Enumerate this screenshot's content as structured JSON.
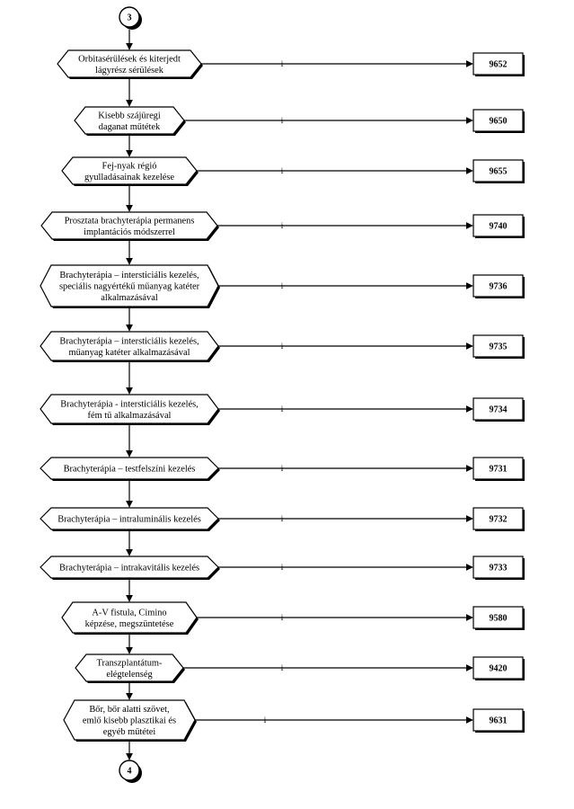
{
  "connectors": {
    "top": "3",
    "bottom": "4"
  },
  "edge_label": "i",
  "steps": [
    {
      "lines": [
        "Orbitasérülések és kiterjedt",
        "lágyrész sérülések"
      ],
      "code": "9652"
    },
    {
      "lines": [
        "Kisebb szájüregi",
        "daganat műtétek"
      ],
      "code": "9650"
    },
    {
      "lines": [
        "Fej-nyak régió",
        "gyulladásainak kezelése"
      ],
      "code": "9655"
    },
    {
      "lines": [
        "Prosztata brachyterápia permanens",
        "implantációs módszerrel"
      ],
      "code": "9740"
    },
    {
      "lines": [
        "Brachyterápia – intersticiális kezelés,",
        "speciális nagyértékű műanyag katéter",
        "alkalmazásával"
      ],
      "code": "9736"
    },
    {
      "lines": [
        "Brachyterápia – intersticiális kezelés,",
        "műanyag katéter alkalmazásával"
      ],
      "code": "9735"
    },
    {
      "lines": [
        "Brachyterápia - intersticiális kezelés,",
        "fém tű alkalmazásával"
      ],
      "code": "9734"
    },
    {
      "lines": [
        "Brachyterápia – testfelszíni kezelés"
      ],
      "code": "9731"
    },
    {
      "lines": [
        "Brachyterápia – intraluminális kezelés"
      ],
      "code": "9732"
    },
    {
      "lines": [
        "Brachyterápia – intrakavitális kezelés"
      ],
      "code": "9733"
    },
    {
      "lines": [
        "A-V fistula, Cimino",
        "képzése, megszüntetése"
      ],
      "code": "9580"
    },
    {
      "lines": [
        "Transzplantátum-",
        "elégtelenség"
      ],
      "code": "9420"
    },
    {
      "lines": [
        "Bőr, bőr alatti szövet,",
        "emlő kisebb plasztikai és",
        "egyéb műtétei"
      ],
      "code": "9631"
    }
  ]
}
